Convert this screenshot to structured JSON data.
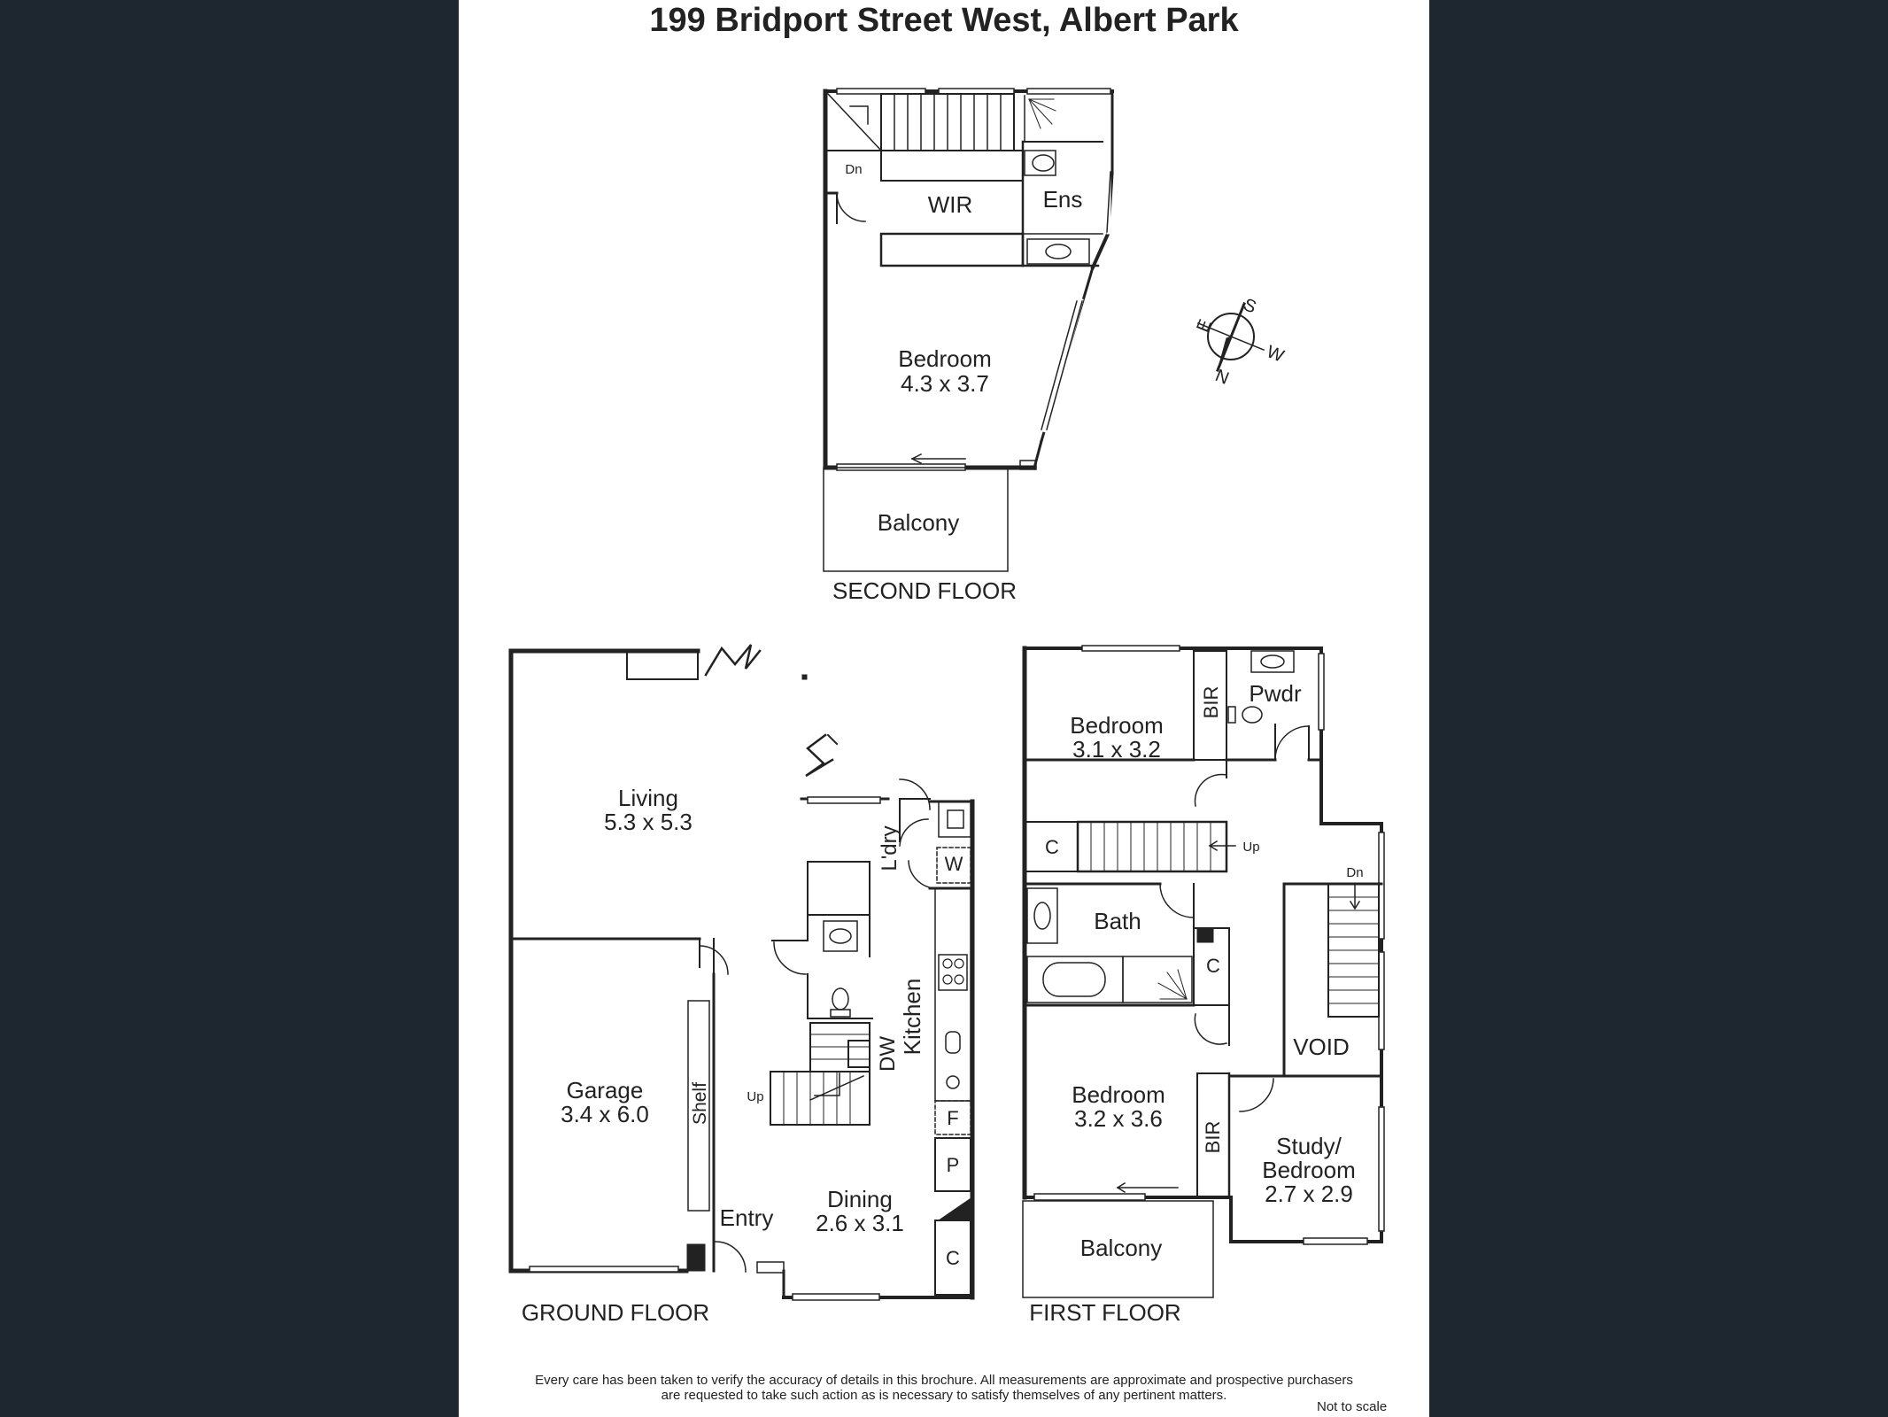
{
  "title": "199 Bridport Street West, Albert Park",
  "disclaimer": {
    "line1": "Every care has been taken to verify the accuracy of details in this brochure.  All measurements are approximate and prospective purchasers",
    "line2": "are requested to take such action as is necessary to satisfy themselves of any pertinent matters."
  },
  "scale_note": "Not to scale",
  "compass": {
    "n": "N",
    "s": "S",
    "e": "E",
    "w": "W"
  },
  "floors": {
    "second": {
      "label": "SECOND FLOOR",
      "rooms": {
        "wir": "WIR",
        "ens": "Ens",
        "bedroom": {
          "name": "Bedroom",
          "dims": "4.3 x 3.7"
        },
        "balcony": "Balcony",
        "dn": "Dn"
      }
    },
    "ground": {
      "label": "GROUND FLOOR",
      "rooms": {
        "living": {
          "name": "Living",
          "dims": "5.3 x 5.3"
        },
        "garage": {
          "name": "Garage",
          "dims": "3.4 x 6.0"
        },
        "shelf": "Shelf",
        "entry": "Entry",
        "dining": {
          "name": "Dining",
          "dims": "2.6 x 3.1"
        },
        "kitchen": "Kitchen",
        "dw": "DW",
        "laundry": "L'dry",
        "w": "W",
        "f": "F",
        "p": "P",
        "c": "C",
        "up": "Up"
      }
    },
    "first": {
      "label": "FIRST FLOOR",
      "rooms": {
        "bedroom1": {
          "name": "Bedroom",
          "dims": "3.1 x 3.2"
        },
        "bir1": "BIR",
        "pwdr": "Pwdr",
        "c1": "C",
        "up": "Up",
        "dn": "Dn",
        "bath": "Bath",
        "c2": "C",
        "bedroom2": {
          "name": "Bedroom",
          "dims": "3.2 x 3.6"
        },
        "bir2": "BIR",
        "void": "VOID",
        "study": {
          "name": "Study/",
          "name2": "Bedroom",
          "dims": "2.7 x 2.9"
        },
        "balcony": "Balcony"
      }
    }
  }
}
